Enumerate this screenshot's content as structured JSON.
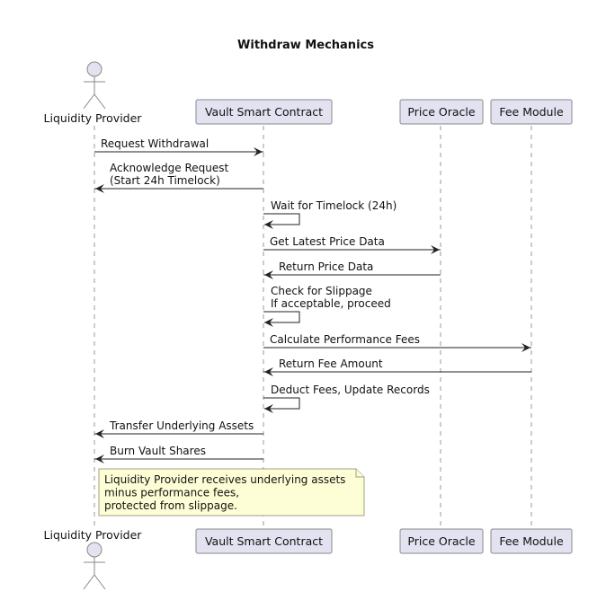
{
  "diagram": {
    "type": "sequence",
    "title": "Withdraw Mechanics",
    "participants": [
      {
        "id": "lp",
        "label": "Liquidity Provider",
        "kind": "actor"
      },
      {
        "id": "vault",
        "label": "Vault Smart Contract",
        "kind": "participant"
      },
      {
        "id": "oracle",
        "label": "Price Oracle",
        "kind": "participant"
      },
      {
        "id": "fee",
        "label": "Fee Module",
        "kind": "participant"
      }
    ],
    "messages": [
      {
        "from": "lp",
        "to": "vault",
        "lines": [
          "Request Withdrawal"
        ]
      },
      {
        "from": "vault",
        "to": "lp",
        "lines": [
          "Acknowledge Request",
          "(Start 24h Timelock)"
        ]
      },
      {
        "from": "vault",
        "to": "vault",
        "lines": [
          "Wait for Timelock (24h)"
        ]
      },
      {
        "from": "vault",
        "to": "oracle",
        "lines": [
          "Get Latest Price Data"
        ]
      },
      {
        "from": "oracle",
        "to": "vault",
        "lines": [
          "Return Price Data"
        ]
      },
      {
        "from": "vault",
        "to": "vault",
        "lines": [
          "Check for Slippage",
          "If acceptable, proceed"
        ]
      },
      {
        "from": "vault",
        "to": "fee",
        "lines": [
          "Calculate Performance Fees"
        ]
      },
      {
        "from": "fee",
        "to": "vault",
        "lines": [
          "Return Fee Amount"
        ]
      },
      {
        "from": "vault",
        "to": "vault",
        "lines": [
          "Deduct Fees, Update Records"
        ]
      },
      {
        "from": "vault",
        "to": "lp",
        "lines": [
          "Transfer Underlying Assets"
        ]
      },
      {
        "from": "vault",
        "to": "lp",
        "lines": [
          "Burn Vault Shares"
        ]
      }
    ],
    "note": {
      "over": "lp",
      "lines": [
        "Liquidity Provider receives underlying assets",
        "minus performance fees,",
        "protected from slippage."
      ]
    }
  }
}
